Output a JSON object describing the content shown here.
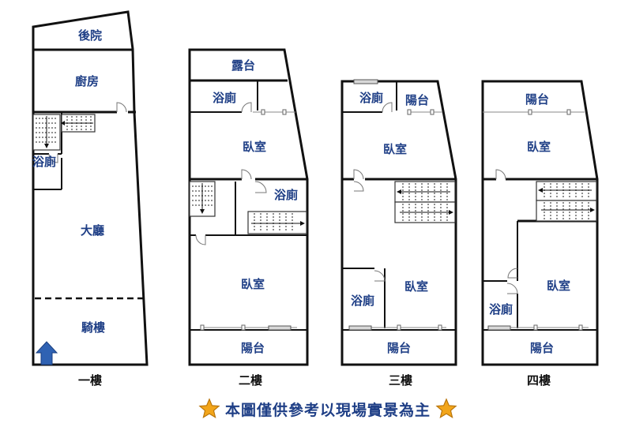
{
  "floors": [
    {
      "label": "一樓",
      "rooms": [
        "後院",
        "廚房",
        "浴廁",
        "大廳",
        "騎樓"
      ]
    },
    {
      "label": "二樓",
      "rooms": [
        "露台",
        "浴廁",
        "臥室",
        "浴廁",
        "臥室",
        "陽台"
      ]
    },
    {
      "label": "三樓",
      "rooms": [
        "浴廁",
        "陽台",
        "臥室",
        "浴廁",
        "臥室",
        "陽台"
      ]
    },
    {
      "label": "四樓",
      "rooms": [
        "陽台",
        "臥室",
        "浴廁",
        "臥室",
        "陽台"
      ]
    }
  ],
  "footer_note": "本圖僅供參考以現場實景為主",
  "icons": [
    "entrance-arrow-icon",
    "star-icon"
  ],
  "colors": {
    "label_blue": "#1f3f86",
    "wall": "#111111",
    "star": "#f2a51a",
    "arrow": "#2f62b3"
  }
}
